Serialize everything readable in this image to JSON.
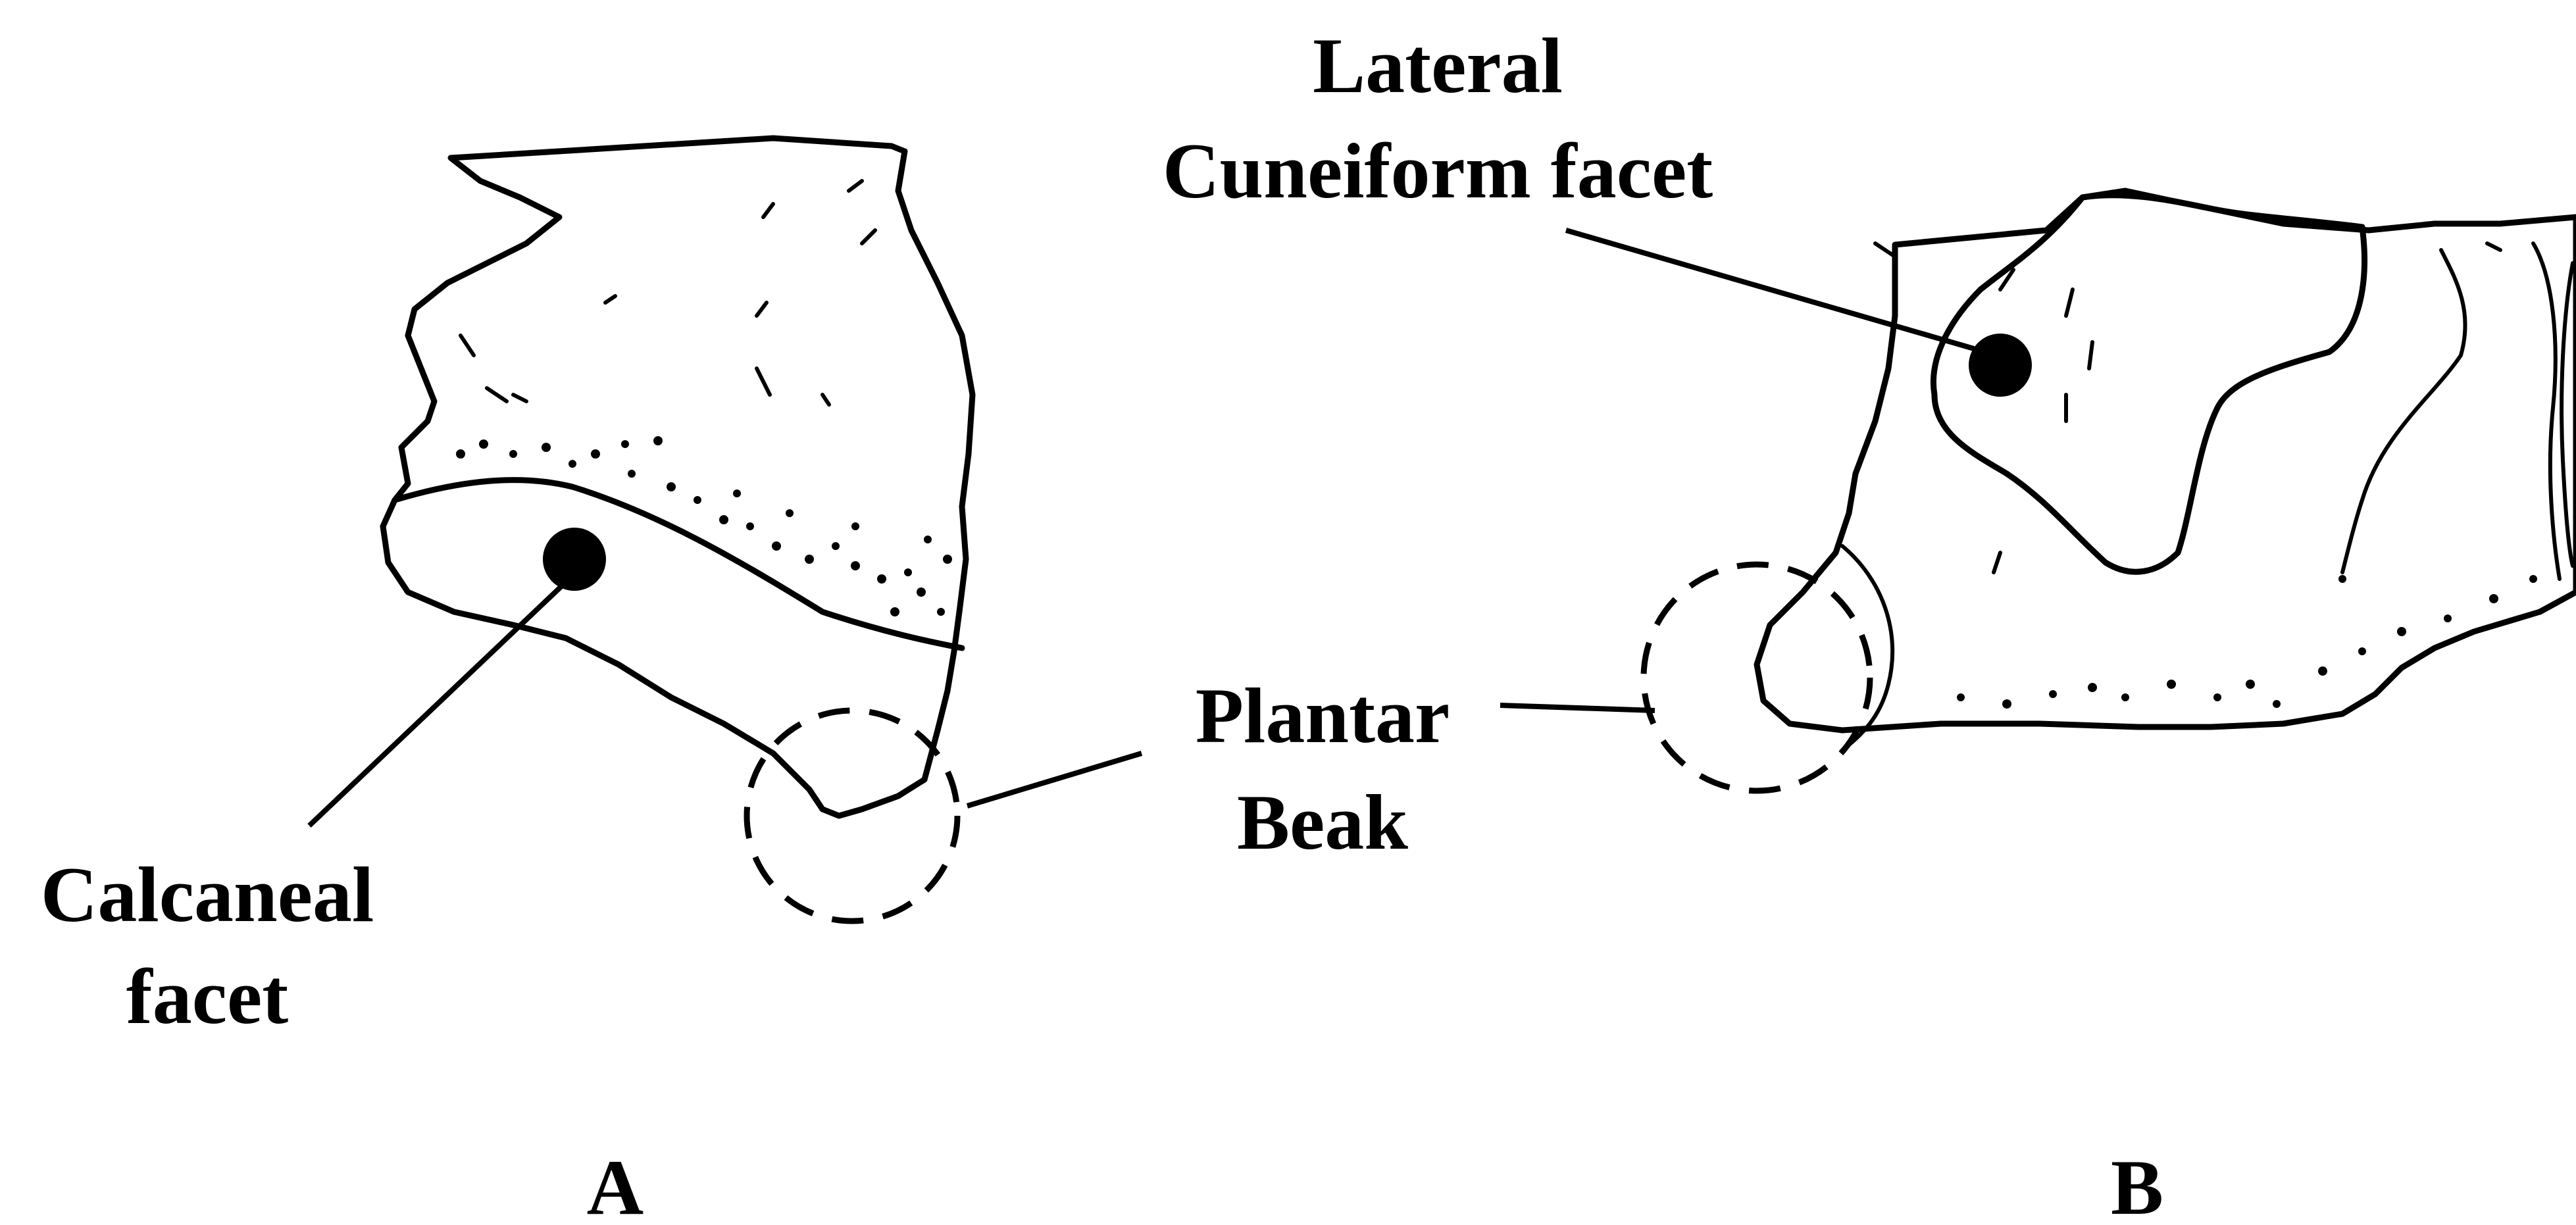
{
  "labels": {
    "lateral_cuneiform_line1": "Lateral",
    "lateral_cuneiform_line2": "Cuneiform facet",
    "plantar_beak_line1": "Plantar",
    "plantar_beak_line2": "Beak",
    "calcaneal_line1": "Calcaneal",
    "calcaneal_line2": "facet",
    "panel_a": "A",
    "panel_b": "B"
  }
}
